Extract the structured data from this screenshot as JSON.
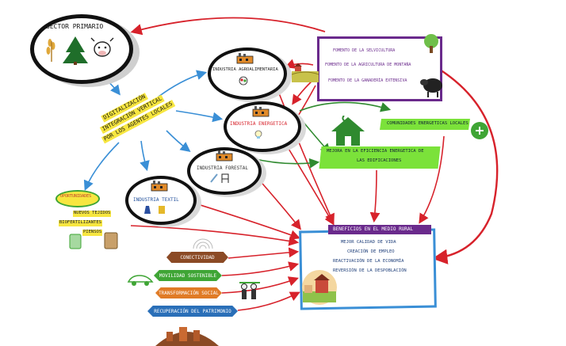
{
  "root": {
    "label": "SECTOR PRIMARIO"
  },
  "hub": {
    "line1": "DIGITALIZACIÓN",
    "line2": "INTEGRACIÓN VERTICAL",
    "line3": "POR LOS AGENTES LOCALES"
  },
  "industries": [
    {
      "label": "INDUSTRIA AGROALIMENTARIA"
    },
    {
      "label": "INDUSTRIA ENERGETICA"
    },
    {
      "label": "INDUSTRIA FORESTAL"
    },
    {
      "label": "INDUSTRIA TEXTIL"
    }
  ],
  "fomento": [
    "FOMENTO DE LA SELVICULTURA",
    "FOMENTO DE LA AGRICULTURA DE MONTAÑA",
    "FOMENTO DE LA GANADERÍA EXTENSIVA"
  ],
  "energy": {
    "communities": "COMUNIDADES ENERGETICAS LOCALES",
    "efficiency_line1": "MEJORA EN LA EFICIENCIA ENERGETICA DE",
    "efficiency_line2": "LAS EDIFICACIONES"
  },
  "opportunities": {
    "title": "OPORTUNIDADES",
    "items": [
      "NUEVOS TEJIDOS",
      "BIOFERTILIZANTES",
      "PIENSOS"
    ]
  },
  "pills": [
    {
      "label": "CONECTIVIDAD",
      "color": "#8b4a25"
    },
    {
      "label": "MOVILIDAD SOSTENIBLE",
      "color": "#3fa535"
    },
    {
      "label": "TRANSFORMACIÓN SOCIAL",
      "color": "#e07b26"
    },
    {
      "label": "RECUPERACIÓN DEL PATRIMONIO",
      "color": "#2a6fb8"
    }
  ],
  "benefits": {
    "title": "BENEFICIOS EN EL MEDIO RURAL",
    "items": [
      "MEJOR CALIDAD DE VIDA",
      "CREACIÓN DE EMPLEO",
      "REACTIVACIÓN DE LA ECONOMÍA",
      "REVERSIÓN DE LA DESPOBLACIÓN"
    ]
  },
  "colors": {
    "arrow_red": "#d7222b",
    "arrow_blue": "#3a8fd6",
    "arrow_green": "#2f8a2f",
    "highlight_green": "#7be23a",
    "purple": "#6a2a8c"
  }
}
